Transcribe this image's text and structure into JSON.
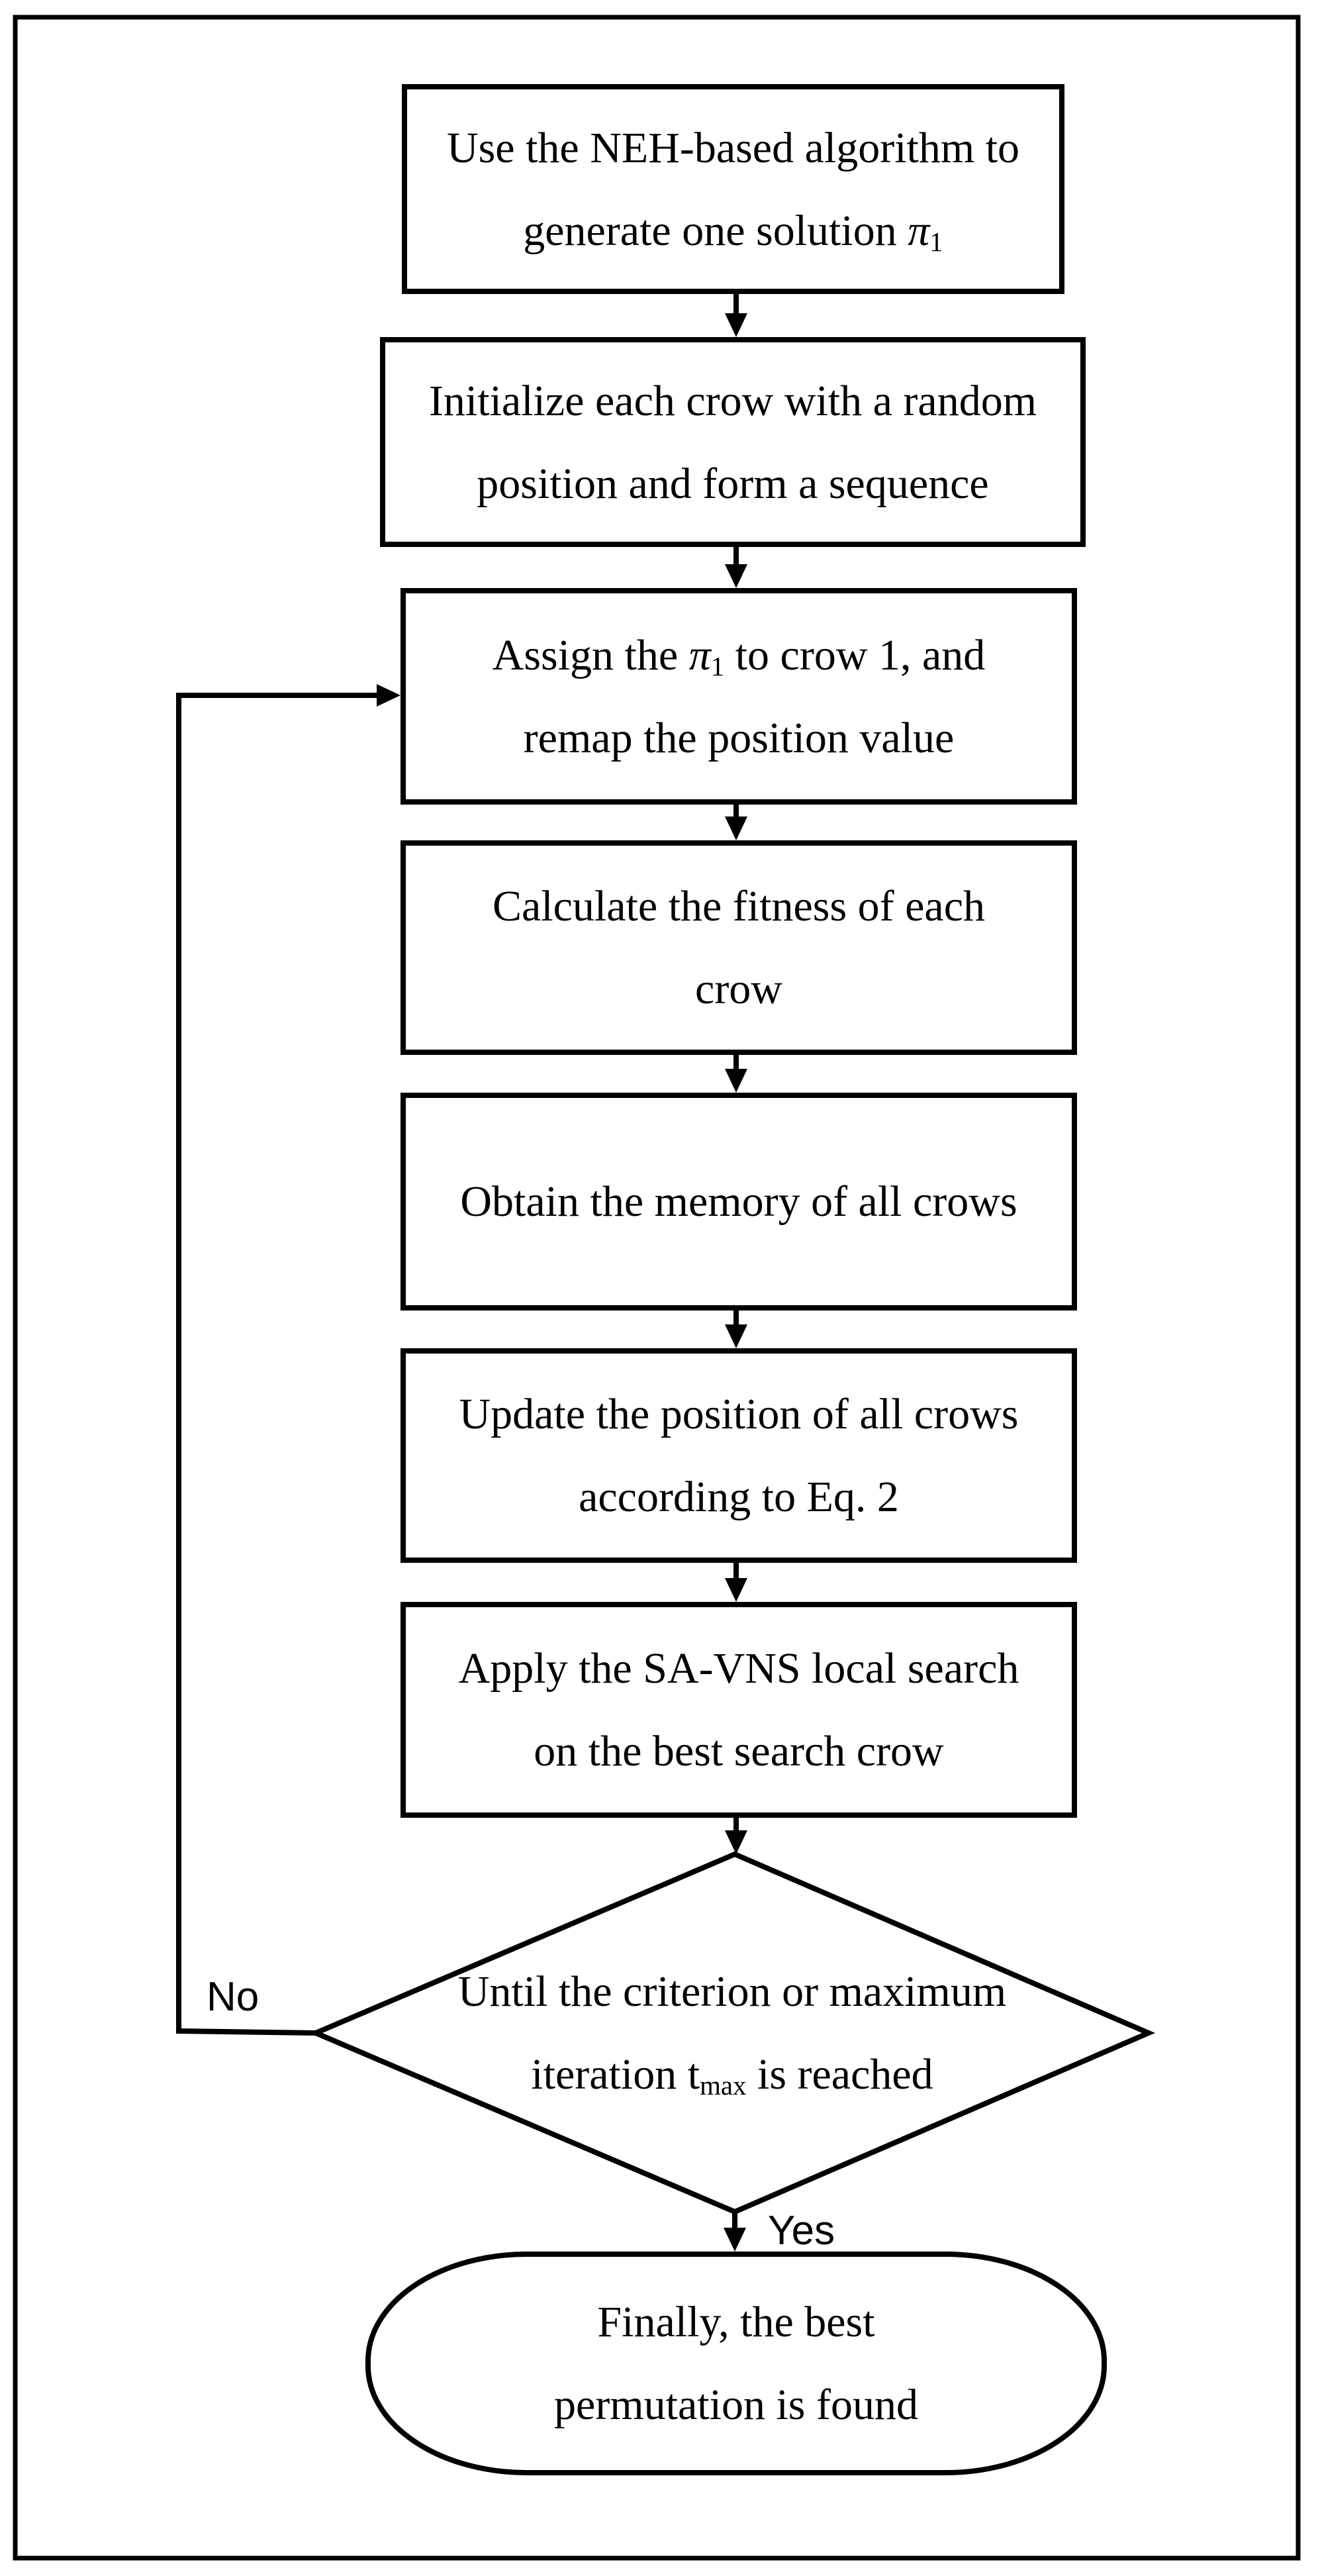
{
  "flowchart": {
    "colors": {
      "stroke": "#000000",
      "background": "#ffffff"
    },
    "boxes": [
      {
        "id": "generate-solution",
        "line1": "Use the NEH-based algorithm to",
        "line2_pre": "generate one solution ",
        "pi": "π",
        "pi_sub": "1"
      },
      {
        "id": "initialize-crows",
        "line1": "Initialize each crow with a random",
        "line2": "position and form a sequence"
      },
      {
        "id": "assign-solution",
        "line1_pre": "Assign the ",
        "pi": "π",
        "pi_sub": "1",
        "line1_post": " to crow 1, and",
        "line2": "remap the position value"
      },
      {
        "id": "calculate-fitness",
        "line1": "Calculate the fitness of each",
        "line2": "crow"
      },
      {
        "id": "obtain-memory",
        "line1": "Obtain the memory of all crows"
      },
      {
        "id": "update-position",
        "line1": "Update the position of all crows",
        "line2": "according to Eq. 2"
      },
      {
        "id": "apply-local-search",
        "line1": "Apply the SA-VNS local search",
        "line2": "on the best search crow"
      }
    ],
    "decision": {
      "line1": "Until the criterion or maximum",
      "line2_pre": "iteration t",
      "t_sub": "max",
      "line2_post": " is reached"
    },
    "terminator": {
      "line1": "Finally, the best",
      "line2": "permutation is found"
    },
    "labels": {
      "no": "No",
      "yes": "Yes"
    }
  }
}
